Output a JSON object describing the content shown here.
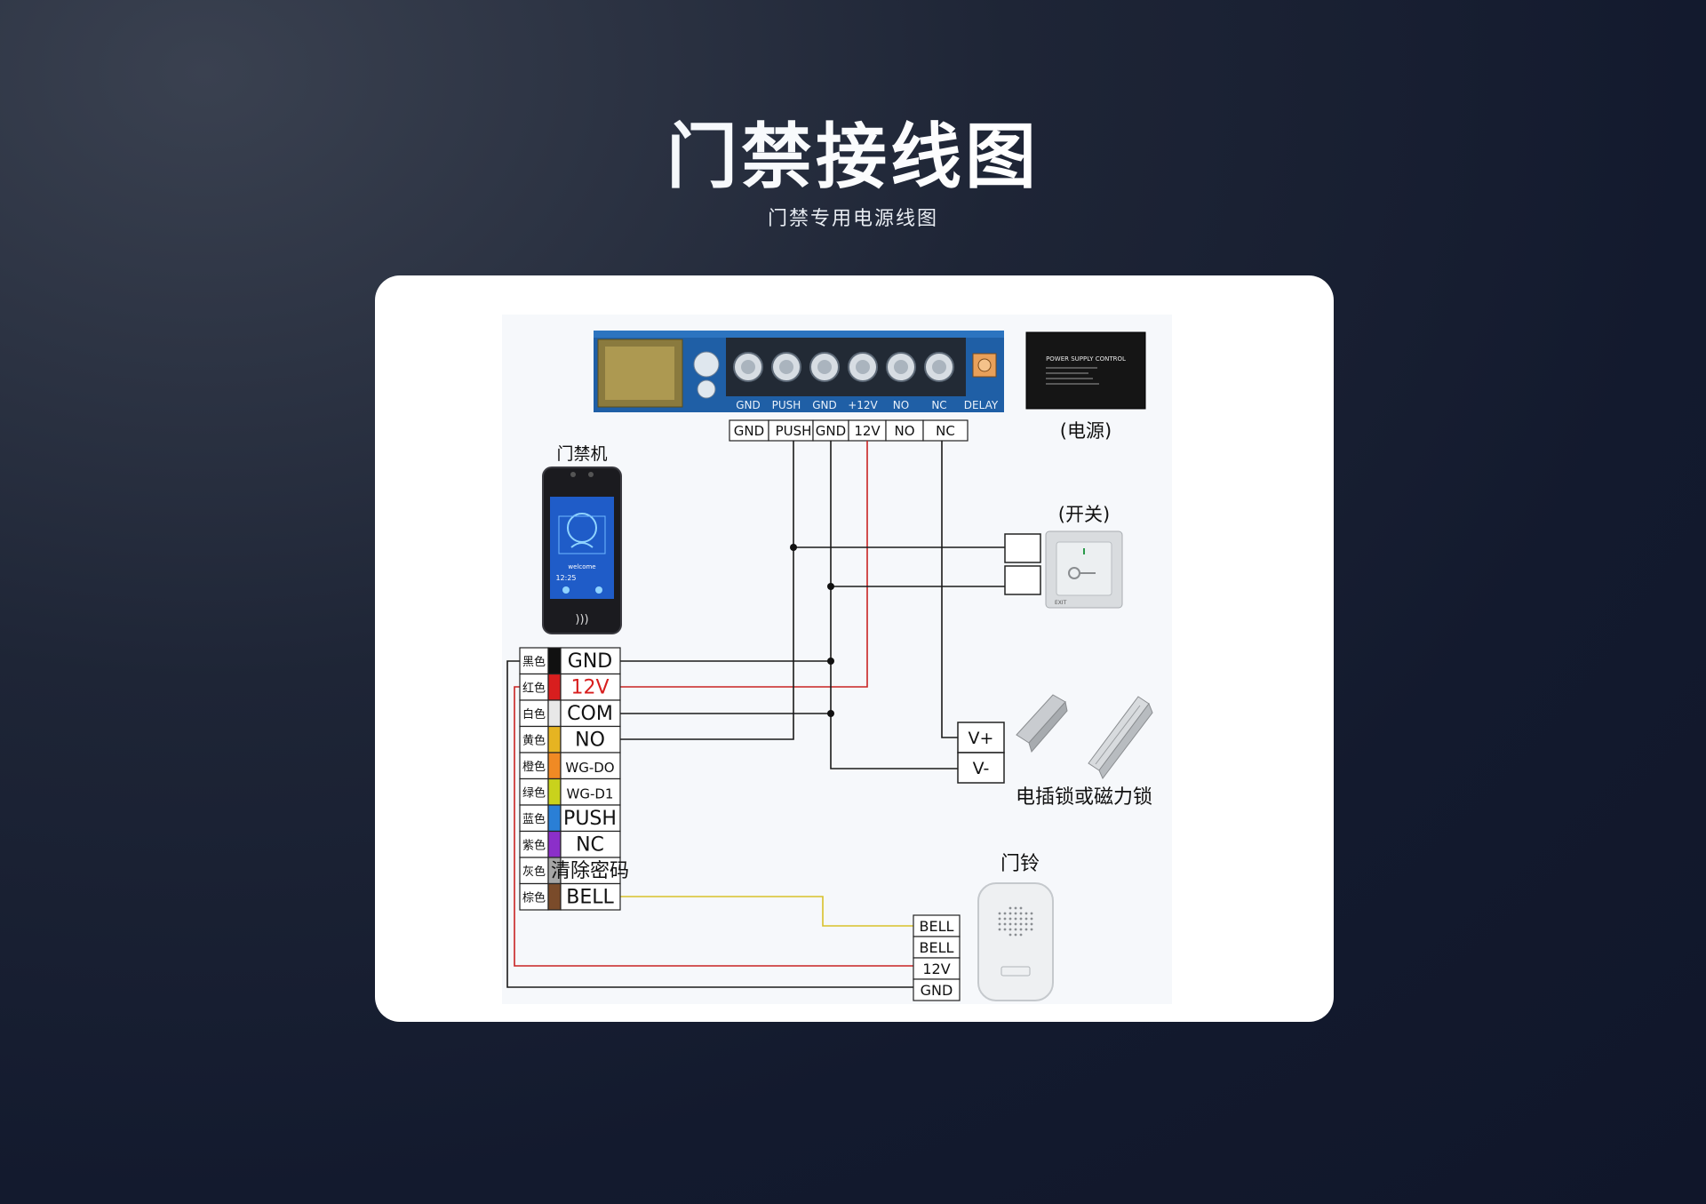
{
  "header": {
    "title": "门禁接线图",
    "subtitle": "门禁专用电源线图"
  },
  "power_supply": {
    "board_labels": [
      "GND",
      "PUSH",
      "GND",
      "+12V",
      "NO",
      "NC",
      "DELAY"
    ],
    "terminals": [
      "GND",
      "PUSH",
      "GND",
      "12V",
      "NO",
      "NC"
    ],
    "box_text": "POWER SUPPLY CONTROL",
    "label": "(电源)"
  },
  "access_device": {
    "label": "门禁机",
    "screen_text": "welcome",
    "time_text": "12:25",
    "wires": [
      {
        "color_name": "黑色",
        "signal": "GND",
        "color": "#111111"
      },
      {
        "color_name": "红色",
        "signal": "12V",
        "color": "#d81e1e"
      },
      {
        "color_name": "白色",
        "signal": "COM",
        "color": "#e8e8e8"
      },
      {
        "color_name": "黄色",
        "signal": "NO",
        "color": "#e6b422"
      },
      {
        "color_name": "橙色",
        "signal": "WG-DO",
        "color": "#f08a24"
      },
      {
        "color_name": "绿色",
        "signal": "WG-D1",
        "color": "#c9d21c"
      },
      {
        "color_name": "蓝色",
        "signal": "PUSH",
        "color": "#2a7fd6"
      },
      {
        "color_name": "紫色",
        "signal": "NC",
        "color": "#8b2fc9"
      },
      {
        "color_name": "灰色",
        "signal": "清除密码",
        "color": "#a5a5a5"
      },
      {
        "color_name": "棕色",
        "signal": "BELL",
        "color": "#7a4b2a"
      }
    ]
  },
  "exit_switch": {
    "label": "(开关)",
    "exit_text": "EXIT"
  },
  "lock": {
    "terminals": [
      "V+",
      "V-"
    ],
    "label": "电插锁或磁力锁"
  },
  "doorbell": {
    "label": "门铃",
    "terminals": [
      "BELL",
      "BELL",
      "12V",
      "GND"
    ]
  },
  "colors": {
    "black_wire": "#1a1a1a",
    "red_wire": "#c82323",
    "yellow_wire": "#d8c12a",
    "board_blue": "#1f5fa6"
  }
}
